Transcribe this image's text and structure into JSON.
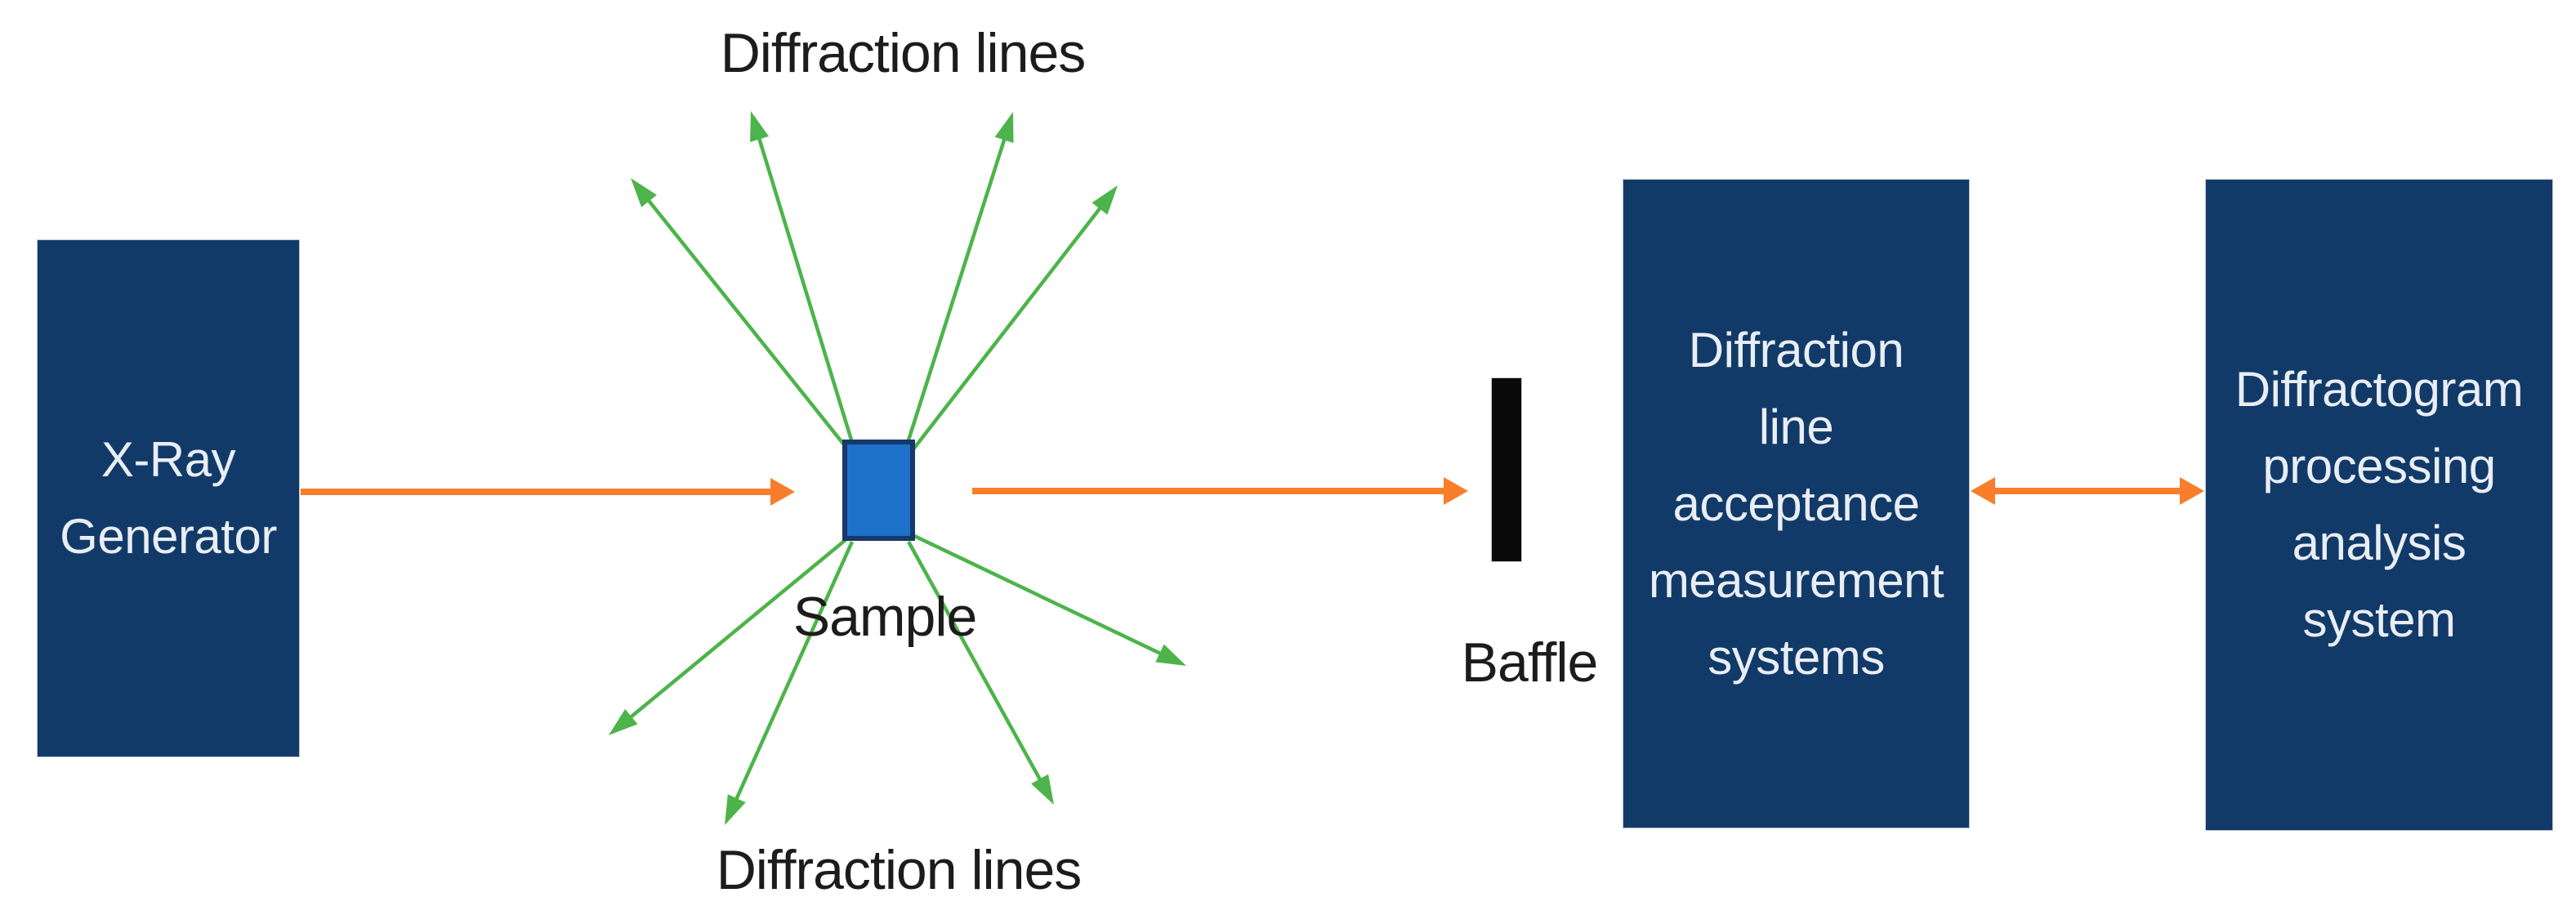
{
  "diagram": {
    "title_context": "X-ray diffraction measurement flow diagram",
    "nodes": {
      "generator": {
        "lines": [
          "X-Ray",
          "Generator"
        ]
      },
      "measurement": {
        "lines": [
          "Diffraction",
          "line",
          "acceptance",
          "measurement",
          "systems"
        ]
      },
      "processing": {
        "lines": [
          "Diffractogram",
          "processing",
          "analysis",
          "system"
        ]
      }
    },
    "labels": {
      "diffraction_lines_top": "Diffraction lines",
      "diffraction_lines_bottom": "Diffraction lines",
      "sample": "Sample",
      "baffle": "Baffle"
    },
    "colors": {
      "navy_box": "#113A68",
      "sample_blue": "#1E71C8",
      "sample_border": "#16386B",
      "orange_arrow": "#F87E2B",
      "green_arrow": "#4CB44A",
      "label_dark": "#1C1C1C",
      "label_light": "#E9EDF4",
      "baffle_black": "#0A0A0A"
    }
  }
}
